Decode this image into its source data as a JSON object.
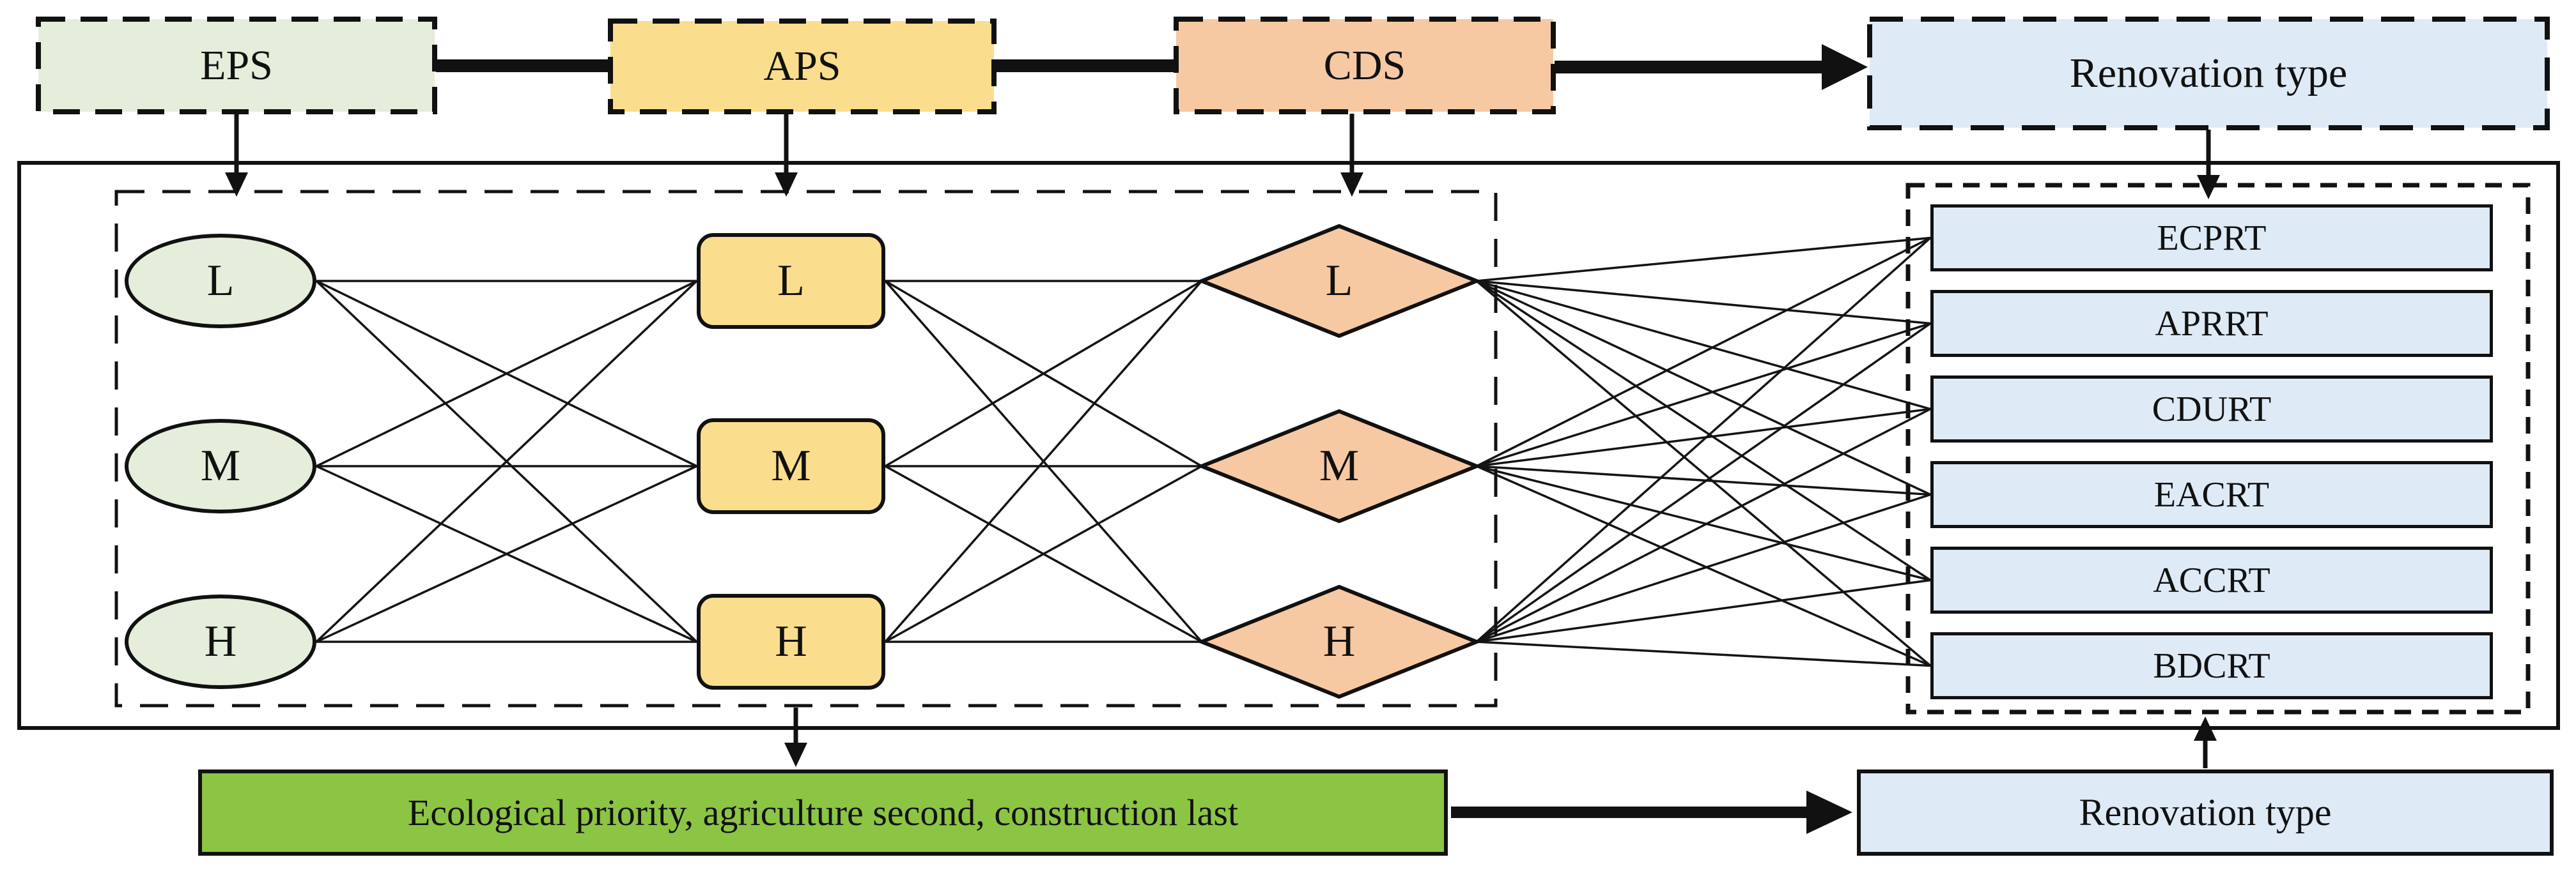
{
  "diagram": {
    "top": {
      "eps": "EPS",
      "aps": "APS",
      "cds": "CDS",
      "renovation": "Renovation type"
    },
    "levels": {
      "eps": [
        "L",
        "M",
        "H"
      ],
      "aps": [
        "L",
        "M",
        "H"
      ],
      "cds": [
        "L",
        "M",
        "H"
      ]
    },
    "renovation_types": [
      "ECPRT",
      "APRRT",
      "CDURT",
      "EACRT",
      "ACCRT",
      "BDCRT"
    ],
    "bottom": {
      "principle": "Ecological priority, agriculture second, construction last",
      "renovation": "Renovation type"
    },
    "colors": {
      "eps_fill": "#e4eeda",
      "aps_fill": "#fbde8d",
      "cds_fill": "#f6c9a3",
      "renovation_fill": "#deeaf6",
      "principle_fill": "#8cc444",
      "line": "#111111"
    }
  }
}
